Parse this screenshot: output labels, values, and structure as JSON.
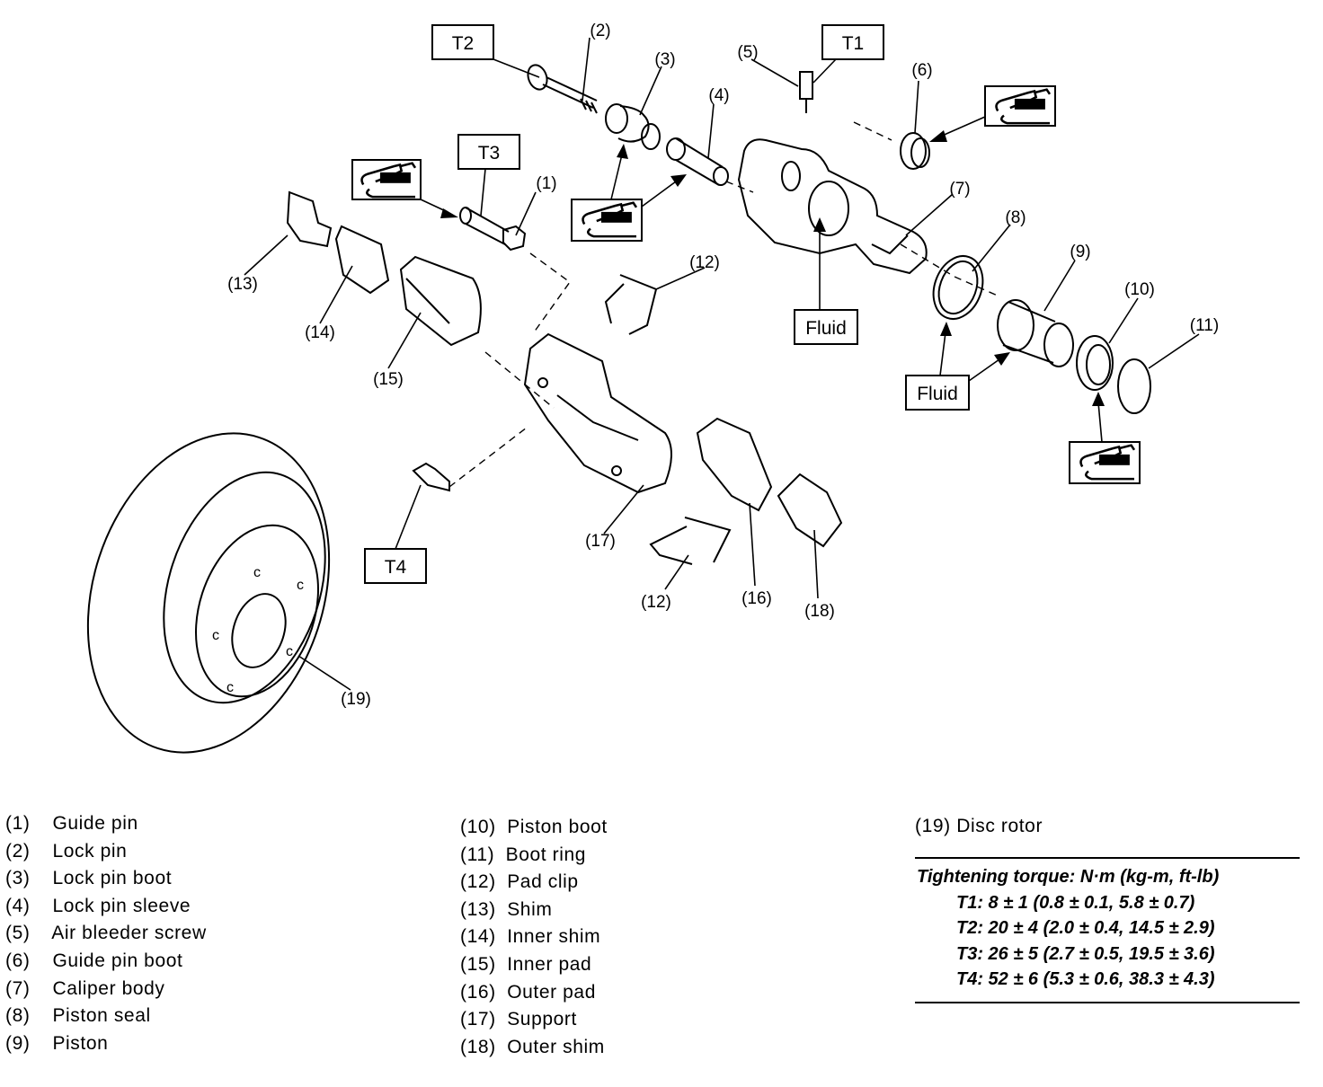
{
  "callouts": {
    "c1": "(1)",
    "c2": "(2)",
    "c3": "(3)",
    "c4": "(4)",
    "c5": "(5)",
    "c6": "(6)",
    "c7": "(7)",
    "c8": "(8)",
    "c9": "(9)",
    "c10": "(10)",
    "c11": "(11)",
    "c12a": "(12)",
    "c12b": "(12)",
    "c13": "(13)",
    "c14": "(14)",
    "c15": "(15)",
    "c16": "(16)",
    "c17": "(17)",
    "c18": "(18)",
    "c19": "(19)"
  },
  "torque_boxes": {
    "t1": "T1",
    "t2": "T2",
    "t3": "T3",
    "t4": "T4"
  },
  "fluid_boxes": {
    "f1": "Fluid",
    "f2": "Fluid"
  },
  "grease_icons": [
    "grease-icon",
    "grease-icon",
    "grease-icon",
    "grease-icon"
  ],
  "legend_col1": [
    {
      "num": "(1)",
      "name": "Guide pin"
    },
    {
      "num": "(2)",
      "name": "Lock pin"
    },
    {
      "num": "(3)",
      "name": "Lock pin boot"
    },
    {
      "num": "(4)",
      "name": "Lock pin sleeve"
    },
    {
      "num": "(5)",
      "name": "Air bleeder screw"
    },
    {
      "num": "(6)",
      "name": "Guide pin boot"
    },
    {
      "num": "(7)",
      "name": "Caliper body"
    },
    {
      "num": "(8)",
      "name": "Piston seal"
    },
    {
      "num": "(9)",
      "name": "Piston"
    }
  ],
  "legend_col2": [
    {
      "num": "(10)",
      "name": "Piston boot"
    },
    {
      "num": "(11)",
      "name": "Boot ring"
    },
    {
      "num": "(12)",
      "name": "Pad clip"
    },
    {
      "num": "(13)",
      "name": "Shim"
    },
    {
      "num": "(14)",
      "name": "Inner shim"
    },
    {
      "num": "(15)",
      "name": "Inner pad"
    },
    {
      "num": "(16)",
      "name": "Outer pad"
    },
    {
      "num": "(17)",
      "name": "Support"
    },
    {
      "num": "(18)",
      "name": "Outer shim"
    }
  ],
  "legend_col3": [
    {
      "num": "(19)",
      "name": "Disc rotor"
    }
  ],
  "torque_table": {
    "title": "Tightening torque: N·m (kg-m, ft-lb)",
    "rows": [
      "T1: 8 ± 1 (0.8 ± 0.1, 5.8 ± 0.7)",
      "T2: 20 ± 4 (2.0 ± 0.4, 14.5 ± 2.9)",
      "T3: 26 ± 5 (2.7 ± 0.5, 19.5 ± 3.6)",
      "T4: 52 ± 6 (5.3 ± 0.6, 38.3 ± 4.3)"
    ]
  }
}
